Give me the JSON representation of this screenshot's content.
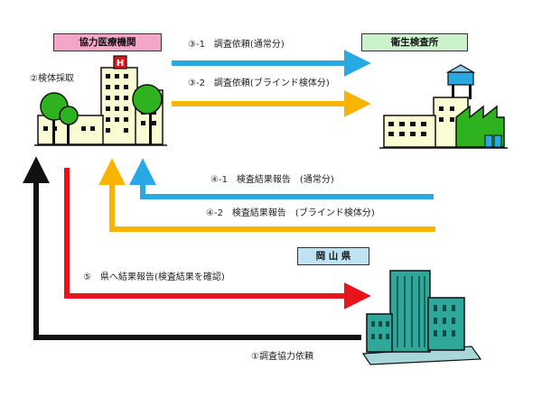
{
  "entities": {
    "hospital": "協力医療機関",
    "lab": "衛生検査所",
    "prefecture": "岡 山 県"
  },
  "steps": {
    "sampling": "②検体採取",
    "request_normal": "③-1　調査依頼(通常分)",
    "request_blind": "③-2　調査依頼(ブラインド検体分)",
    "report_normal": "④-1　検査結果報告　(通常分)",
    "report_blind": "④-2　検査結果報告　(ブラインド検体分)",
    "report_pref": "⑤　県へ結果報告(検査結果を確認)",
    "request_coop": "①調査協力依頼"
  },
  "colors": {
    "hospital_box": "#f4a6c9",
    "lab_box": "#ccf2cc",
    "pref_box": "#bfe3f2",
    "blue_arrow": "#29a9e1",
    "yellow_arrow": "#f7b500",
    "red_arrow": "#e8141b",
    "black_arrow": "#111111"
  }
}
